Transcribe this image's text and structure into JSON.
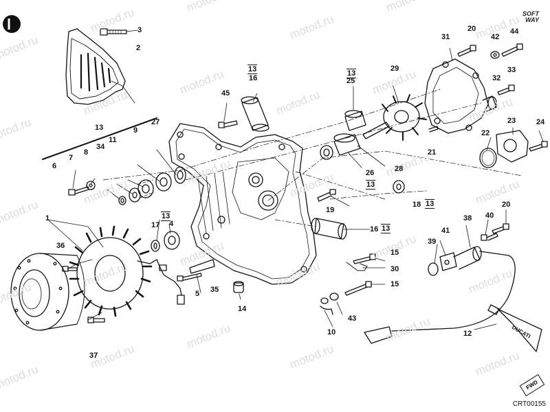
{
  "brand": {
    "line1": "SOFT",
    "line2": "WAY"
  },
  "watermark_text": "motod.ru",
  "drawing_code": "CRT00155",
  "fwd_label": "FWD",
  "tube_label": "DUCATI",
  "callouts": [
    {
      "label": "1",
      "boxed": false
    },
    {
      "label": "2",
      "boxed": false
    },
    {
      "label": "3",
      "boxed": false
    },
    {
      "label": "4",
      "boxed": false
    },
    {
      "label": "5",
      "boxed": false
    },
    {
      "label": "6",
      "boxed": false
    },
    {
      "label": "7",
      "boxed": false
    },
    {
      "label": "8",
      "boxed": false
    },
    {
      "label": "9",
      "boxed": false
    },
    {
      "label": "10",
      "boxed": false
    },
    {
      "label": "11",
      "boxed": false
    },
    {
      "label": "12",
      "boxed": false
    },
    {
      "label": "13",
      "boxed": false
    },
    {
      "label": "13",
      "boxed": true
    },
    {
      "label": "16",
      "boxed": false
    },
    {
      "label": "13",
      "boxed": true
    },
    {
      "label": "25",
      "boxed": false
    },
    {
      "label": "13",
      "boxed": true
    },
    {
      "label": "13",
      "boxed": true
    },
    {
      "label": "13",
      "boxed": true
    },
    {
      "label": "13",
      "boxed": true
    },
    {
      "label": "14",
      "boxed": false
    },
    {
      "label": "15",
      "boxed": false
    },
    {
      "label": "15",
      "boxed": false
    },
    {
      "label": "16",
      "boxed": false
    },
    {
      "label": "17",
      "boxed": false
    },
    {
      "label": "18",
      "boxed": false
    },
    {
      "label": "19",
      "boxed": false
    },
    {
      "label": "20",
      "boxed": false
    },
    {
      "label": "20",
      "boxed": false
    },
    {
      "label": "21",
      "boxed": false
    },
    {
      "label": "22",
      "boxed": false
    },
    {
      "label": "23",
      "boxed": false
    },
    {
      "label": "24",
      "boxed": false
    },
    {
      "label": "26",
      "boxed": false
    },
    {
      "label": "27",
      "boxed": false
    },
    {
      "label": "28",
      "boxed": false
    },
    {
      "label": "29",
      "boxed": false
    },
    {
      "label": "30",
      "boxed": false
    },
    {
      "label": "31",
      "boxed": false
    },
    {
      "label": "32",
      "boxed": false
    },
    {
      "label": "33",
      "boxed": false
    },
    {
      "label": "34",
      "boxed": false
    },
    {
      "label": "35",
      "boxed": false
    },
    {
      "label": "36",
      "boxed": false
    },
    {
      "label": "37",
      "boxed": false
    },
    {
      "label": "38",
      "boxed": false
    },
    {
      "label": "39",
      "boxed": false
    },
    {
      "label": "40",
      "boxed": false
    },
    {
      "label": "41",
      "boxed": false
    },
    {
      "label": "42",
      "boxed": false
    },
    {
      "label": "43",
      "boxed": false
    },
    {
      "label": "44",
      "boxed": false
    },
    {
      "label": "45",
      "boxed": false
    }
  ]
}
